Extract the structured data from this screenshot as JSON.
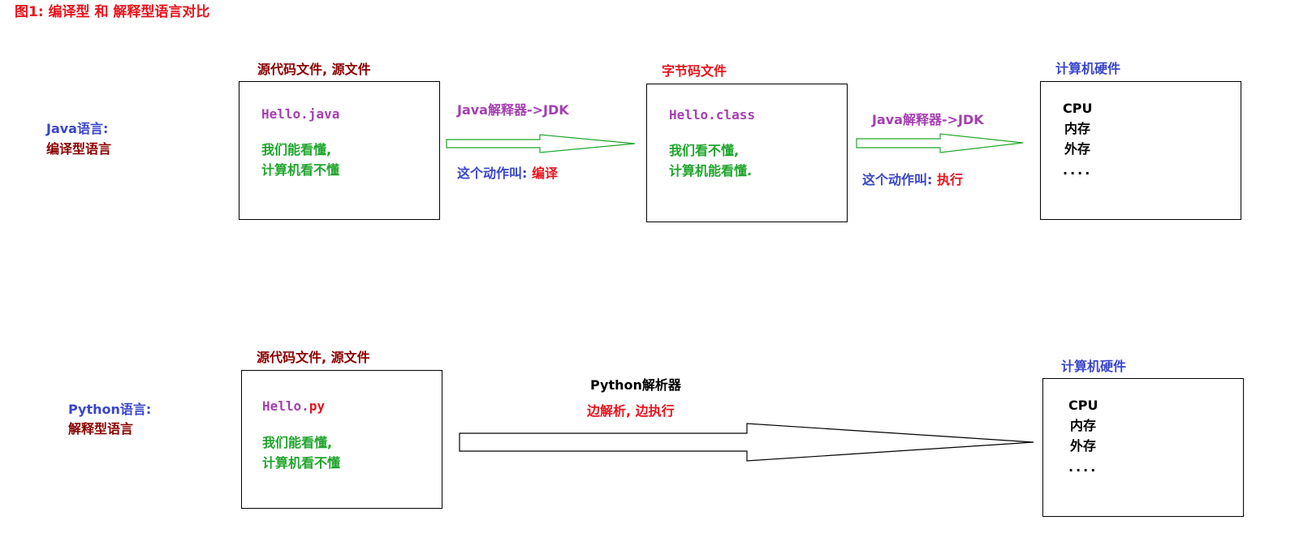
{
  "figure_title": "图1: 编译型 和 解释型语言对比",
  "java": {
    "lang_label": "Java语言:",
    "lang_type": "编译型语言",
    "source_caption": "源代码文件, 源文件",
    "source_file": "Hello.java",
    "source_line1": "我们能看懂,",
    "source_line2": "计算机看不懂",
    "arrow1_top": "Java解释器->JDK",
    "arrow1_bottom_prefix": "这个动作叫:",
    "arrow1_bottom_action": "编译",
    "bytecode_caption": "字节码文件",
    "bytecode_file": "Hello.class",
    "bytecode_line1": "我们看不懂,",
    "bytecode_line2": "计算机能看懂.",
    "arrow2_top": "Java解释器->JDK",
    "arrow2_bottom_prefix": "这个动作叫:",
    "arrow2_bottom_action": "执行",
    "hardware_caption": "计算机硬件",
    "hardware_items": [
      "CPU",
      "内存",
      "外存",
      "...."
    ]
  },
  "python": {
    "lang_label": "Python语言:",
    "lang_type": "解释型语言",
    "source_caption": "源代码文件, 源文件",
    "source_file_prefix": "Hello.",
    "source_file_ext": "py",
    "source_line1": "我们能看懂,",
    "source_line2": "计算机看不懂",
    "arrow_top": "Python解析器",
    "arrow_bottom": "边解析, 边执行",
    "hardware_caption": "计算机硬件",
    "hardware_items": [
      "CPU",
      "内存",
      "外存",
      "...."
    ]
  },
  "colors": {
    "title_red": "#e8141e",
    "maroon": "#8b0000",
    "blue": "#3a46c9",
    "purple": "#a43fb0",
    "green": "#1fa52c",
    "black": "#000000"
  }
}
